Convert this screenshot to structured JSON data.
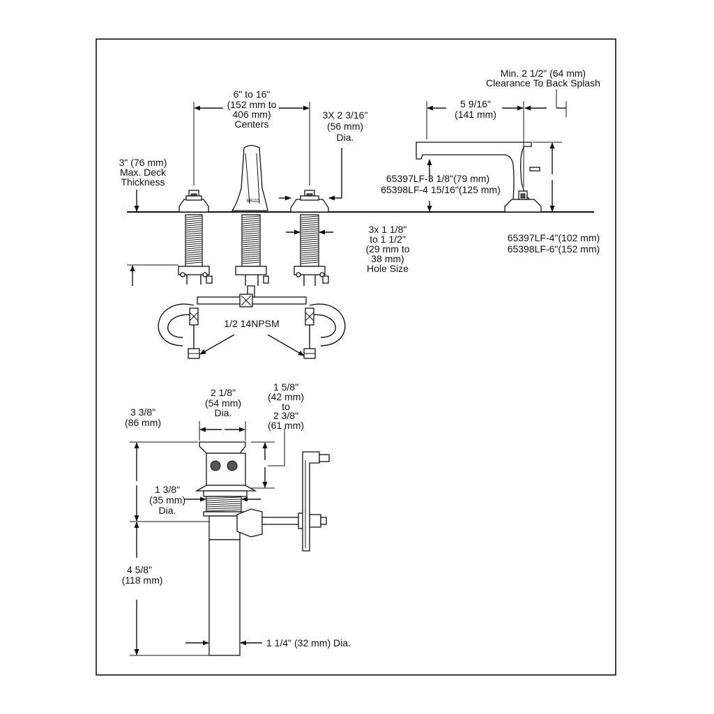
{
  "colors": {
    "ink": "#111111",
    "paper": "#ffffff"
  },
  "brand_mark": "BRIZO",
  "labels": {
    "centers": [
      "6\" to 16\"",
      "(152 mm to",
      "406 mm)",
      "Centers"
    ],
    "handle_dia": [
      "3X 2 3/16\"",
      "(56 mm)",
      "Dia."
    ],
    "deck": [
      "3\" (76 mm)",
      "Max. Deck",
      "Thickness"
    ],
    "hole": [
      "3x 1 1/8\"",
      "to 1 1/2\"",
      "(29 mm to",
      "38 mm)",
      "Hole Size"
    ],
    "npsm": "1/2 14NPSM",
    "backsplash": [
      "Min. 2 1/2\" (64 mm)",
      "Clearance To Back Splash"
    ],
    "spout_reach": [
      "5 9/16\"",
      "(141 mm)"
    ],
    "spout_height": [
      "65397LF-3 1/8\"(79 mm)",
      "65398LF-4 15/16\"(125 mm)"
    ],
    "spout_total": [
      "65397LF-4\"(102 mm)",
      "65398LF-6\"(152 mm)"
    ],
    "drain_cap": [
      "2 1/8\"",
      "(54 mm)",
      "Dia."
    ],
    "drain_range": [
      "1 5/8\"",
      "(42 mm)",
      "to",
      "2 3/8\"",
      "(61 mm)"
    ],
    "drain_top": [
      "3 3/8\"",
      "(86 mm)"
    ],
    "drain_body": [
      "1 3/8\"",
      "(35 mm)",
      "Dia."
    ],
    "drain_tail": [
      "4 5/8\"",
      "(118 mm)"
    ],
    "tailpiece": "1 1/4\" (32 mm) Dia."
  }
}
